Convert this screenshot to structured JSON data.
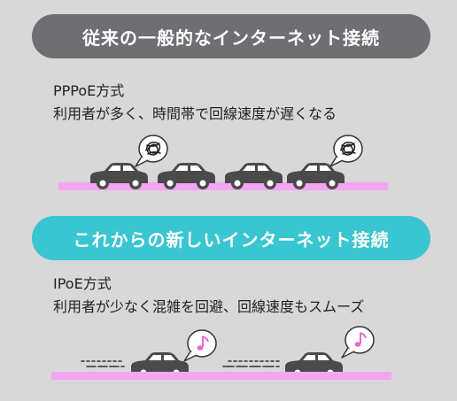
{
  "old_section": {
    "banner": "従来の一般的なインターネット接続",
    "method": "PPPoE方式",
    "description": "利用者が多く、時間帯で回線速度が遅くなる",
    "icons": [
      "tangled-scribble-icon",
      "tangled-scribble-icon"
    ]
  },
  "new_section": {
    "banner": "これからの新しいインターネット接続",
    "method": "IPoE方式",
    "description": "利用者が少なく混雑を回避、回線速度もスムーズ",
    "icons": [
      "music-note-icon",
      "music-note-icon"
    ]
  },
  "colors": {
    "old_banner": "#6e6e73",
    "new_banner": "#39c6d1",
    "road": "#f5a6f2",
    "car": "#4a4a4a",
    "note": "#e86ad6"
  }
}
